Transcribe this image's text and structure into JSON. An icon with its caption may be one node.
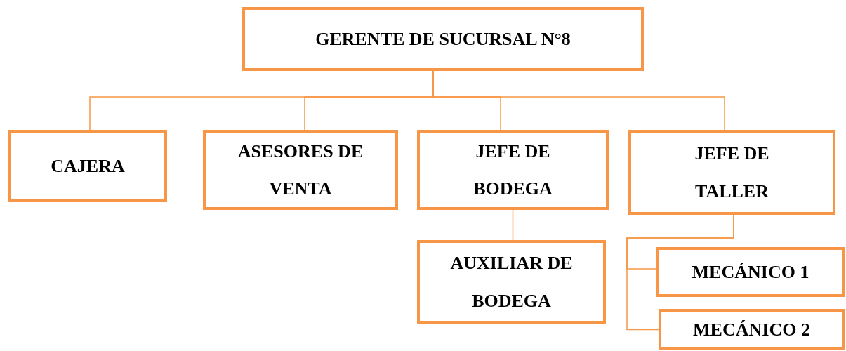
{
  "diagram": {
    "nodes": [
      {
        "text": [
          "GERENTE DE SUCURSAL N°8"
        ]
      },
      {
        "text": [
          "CAJERA"
        ]
      },
      {
        "text": [
          "ASESORES DE VENTA"
        ]
      },
      {
        "text": [
          "JEFE DE BODEGA"
        ]
      },
      {
        "text": [
          "JEFE DE TALLER"
        ]
      },
      {
        "text": [
          "AUXILIAR DE BODEGA"
        ]
      },
      {
        "text": [
          "MECÁNICO 1"
        ]
      },
      {
        "text": [
          "MECÁNICO 2"
        ]
      }
    ],
    "edges": [
      {
        "from": 0,
        "to": 1,
        "arrow": "none"
      },
      {
        "from": 0,
        "to": 2,
        "arrow": "none"
      },
      {
        "from": 0,
        "to": 3,
        "arrow": "none"
      },
      {
        "from": 0,
        "to": 4,
        "arrow": "none"
      },
      {
        "from": 3,
        "to": 5,
        "arrow": "none"
      },
      {
        "from": 4,
        "to": 6,
        "arrow": "none"
      },
      {
        "from": 4,
        "to": 7,
        "arrow": "none"
      }
    ]
  }
}
